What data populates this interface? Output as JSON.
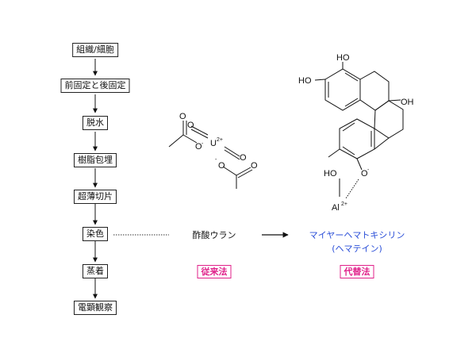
{
  "flow": {
    "steps": [
      "組織/細胞",
      "前固定と後固定",
      "脱水",
      "樹脂包埋",
      "超薄切片",
      "染色",
      "蒸着",
      "電顕観察"
    ]
  },
  "uranyl": {
    "name": "酢酸ウラン",
    "tag": "従来法",
    "ion_symbol": "U",
    "ion_charge": "2+",
    "oxygen": "O",
    "oxygen_minus": "-"
  },
  "hematein": {
    "name_line1": "マイヤーヘマトキシリン",
    "name_line2": "(ヘマテイン)",
    "tag": "代替法",
    "hydroxyl": "HO",
    "hydroxyl_r": "OH",
    "oxygen_minus": "-",
    "metal_symbol": "Al",
    "metal_charge": "2+"
  },
  "colors": {
    "alt_name": "#2b4fd8",
    "tag": "#e0208a"
  }
}
